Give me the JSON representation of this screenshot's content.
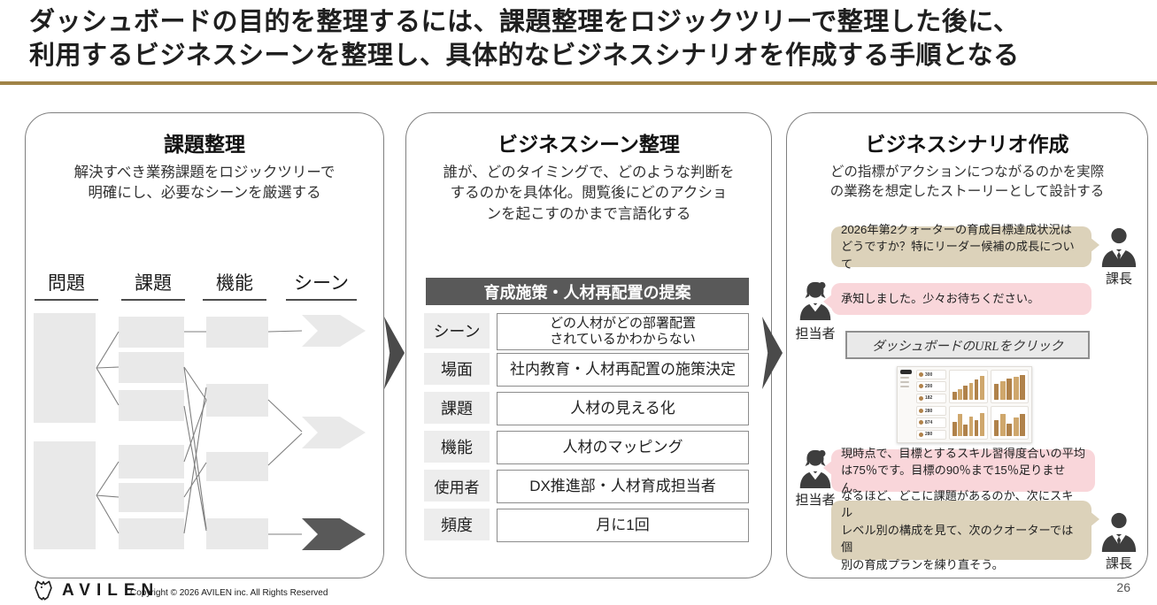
{
  "title": {
    "line1": "ダッシュボードの目的を整理するには、課題整理をロジックツリーで整理した後に、",
    "line2": "利用するビジネスシーンを整理し、具体的なビジネスシナリオを作成する手順となる"
  },
  "accent_color": "#A08347",
  "panel1": {
    "heading": "課題整理",
    "desc_line1": "解決すべき業務課題をロジックツリーで",
    "desc_line2": "明確にし、必要なシーンを厳選する",
    "columns": [
      "問題",
      "課題",
      "機能",
      "シーン"
    ]
  },
  "panel2": {
    "heading": "ビジネスシーン整理",
    "desc_line1": "誰が、どのタイミングで、どのような判断を",
    "desc_line2": "するのかを具体化。閲覧後にどのアクショ",
    "desc_line3": "ンを起こすのかまで言語化する",
    "table": {
      "header": "育成施策・人材再配置の提案",
      "rows": [
        {
          "label": "シーン",
          "value": "どの人材がどの部署配置\nされているかわからない"
        },
        {
          "label": "場面",
          "value": "社内教育・人材再配置の施策決定"
        },
        {
          "label": "課題",
          "value": "人材の見える化"
        },
        {
          "label": "機能",
          "value": "人材のマッピング"
        },
        {
          "label": "使用者",
          "value": "DX推進部・人材育成担当者"
        },
        {
          "label": "頻度",
          "value": "月に1回"
        }
      ]
    }
  },
  "panel3": {
    "heading": "ビジネスシナリオ作成",
    "desc_line1": "どの指標がアクションにつながるのかを実際",
    "desc_line2": "の業務を想定したストーリーとして設計する",
    "chat": {
      "msg1": {
        "speaker": "課長",
        "text": "2026年第2クォーターの育成目標達成状況は\nどうですか？特にリーダー候補の成長について"
      },
      "msg2": {
        "speaker": "担当者",
        "text": "承知しました。少々お待ちください。"
      },
      "url_button": "ダッシュボードのURLをクリック",
      "msg3": {
        "speaker": "担当者",
        "text": "現時点で、目標とするスキル習得度合いの平均\nは75％です。目標の90％まで15％足りません。"
      },
      "msg4": {
        "speaker": "課長",
        "text": "なるほど、どこに課題があるのか、次にスキル\nレベル別の構成を見て、次のクオーターでは個\n別の育成プランを練り直そう。"
      }
    },
    "thumbnail": {
      "kpis": [
        "300",
        "200",
        "182",
        "280",
        "874",
        "280"
      ],
      "charts": [
        [
          30,
          42,
          55,
          66,
          80,
          92
        ],
        [
          62,
          72,
          84,
          88,
          95
        ],
        [
          55,
          85,
          45,
          75,
          62,
          88
        ],
        [
          62,
          85,
          50,
          72,
          86
        ]
      ]
    }
  },
  "footer": {
    "brand": "AVILEN",
    "copyright": "Copyright © 2026 AVILEN inc. All Rights Reserved",
    "page_number": "26"
  }
}
